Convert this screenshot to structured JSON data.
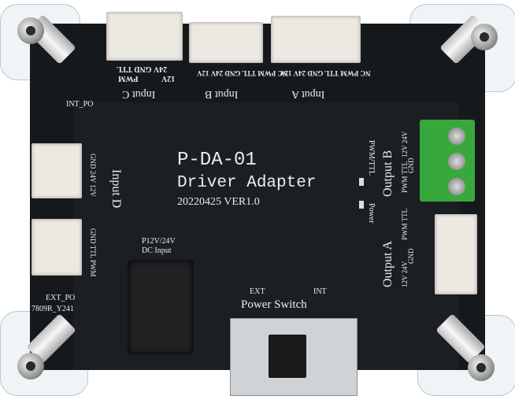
{
  "board": {
    "model": "P-DA-01",
    "name": "Driver Adapter",
    "version": "20220425 VER1.0",
    "part_code": "7809R_Y241"
  },
  "top_inputs": {
    "input_c": {
      "label": "Input C",
      "pins_row1": "PWM",
      "pins_row2": "24V GND TTL",
      "pins_row3": "12V"
    },
    "input_b": {
      "label": "Input B",
      "pins": "NC PWM TTL GND 24V 12V"
    },
    "input_a": {
      "label": "Input A",
      "pins": "NC PWM TTL GND 24V 12V"
    }
  },
  "left_input": {
    "label": "Input D",
    "upper_pins": "GND 24V 12V",
    "lower_pins": "GND TTL PWM"
  },
  "outputs": {
    "output_b": {
      "label": "Output B",
      "pins_a": "12V 24V",
      "pins_b": "GND",
      "pins_c": "PWM TTL"
    },
    "output_a": {
      "label": "Output A",
      "pins_a": "12V 24V",
      "pins_b": "GND",
      "pins_c": "PWM TTL"
    }
  },
  "leds": {
    "pwm_ttl": "PWM/TTL",
    "power": "Power"
  },
  "labels": {
    "int_po": "INT_PO",
    "ext_po": "EXT_PO",
    "dc_input_line1": "P12V/24V",
    "dc_input_line2": "DC Input",
    "power_switch": "Power Switch",
    "switch_ext": "EXT",
    "switch_int": "INT"
  },
  "colors": {
    "pcb": "#16191c",
    "silkscreen": "#ececec",
    "terminal_block": "#38a83d",
    "connector": "#ece8e2"
  }
}
